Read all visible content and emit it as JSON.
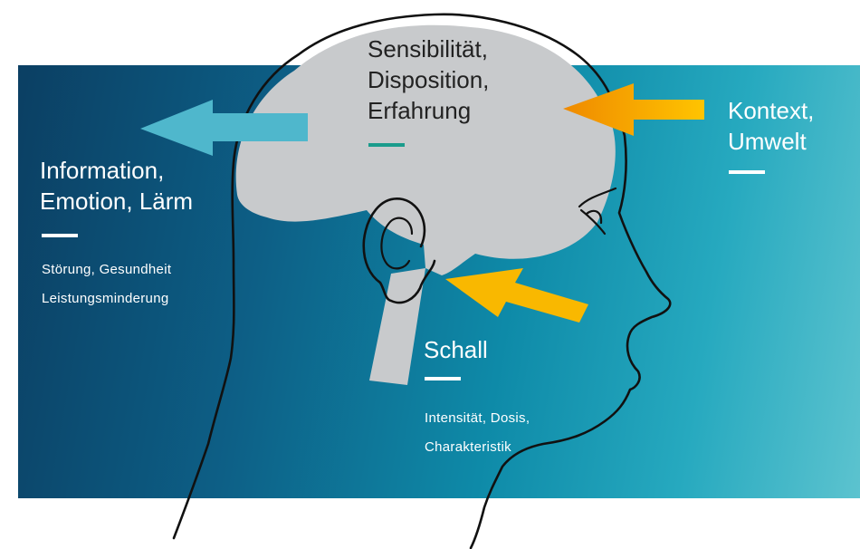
{
  "labels": {
    "brain_line1": "Sensibilität,",
    "brain_line2": "Disposition,",
    "brain_line3": "Erfahrung",
    "output_line1": "Information,",
    "output_line2": "Emotion, Lärm",
    "output_detail1": "Störung, Gesundheit",
    "output_detail2": "Leistungsminderung",
    "context_line1": "Kontext,",
    "context_line2": "Umwelt",
    "sound_title": "Schall",
    "sound_detail1": "Intensität, Dosis,",
    "sound_detail2": "Charakteristik"
  },
  "colors": {
    "panel_dark": "#0b3f63",
    "panel_light": "#5cc3cf",
    "brain_fill": "#c8cacc",
    "arrow_output": "#4fb7cc",
    "arrow_context_start": "#ef8a00",
    "arrow_context_end": "#ffc400",
    "arrow_sound": "#f9b800",
    "accent_bar": "#1a9c8c",
    "outline": "#111111"
  }
}
